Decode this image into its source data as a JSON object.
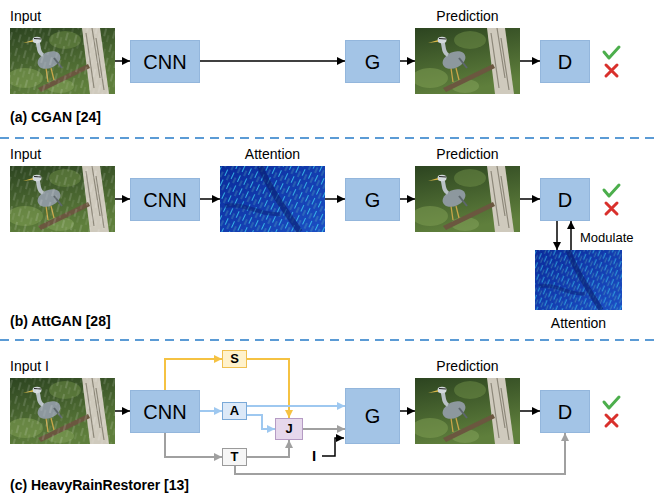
{
  "diagram": {
    "nodes": [
      {
        "text": [
          "Input"
        ]
      },
      {
        "text": [
          "CNN"
        ]
      },
      {
        "text": [
          "G"
        ]
      },
      {
        "text": [
          "Prediction"
        ]
      },
      {
        "text": [
          "D"
        ]
      },
      {
        "text": [
          "Input"
        ]
      },
      {
        "text": [
          "CNN"
        ]
      },
      {
        "text": [
          "Attention"
        ]
      },
      {
        "text": [
          "G"
        ]
      },
      {
        "text": [
          "Prediction"
        ]
      },
      {
        "text": [
          "D"
        ]
      },
      {
        "text": [
          "Attention"
        ]
      },
      {
        "text": [
          "Input I"
        ]
      },
      {
        "text": [
          "CNN"
        ]
      },
      {
        "text": [
          "S"
        ]
      },
      {
        "text": [
          "A"
        ]
      },
      {
        "text": [
          "T"
        ]
      },
      {
        "text": [
          "J"
        ]
      },
      {
        "text": [
          "G"
        ]
      },
      {
        "text": [
          "Prediction"
        ]
      },
      {
        "text": [
          "D"
        ]
      }
    ],
    "edges": [
      {
        "from": 0,
        "to": 1,
        "arrow": "to"
      },
      {
        "from": 1,
        "to": 2,
        "arrow": "to"
      },
      {
        "from": 2,
        "to": 3,
        "arrow": "to"
      },
      {
        "from": 3,
        "to": 4,
        "arrow": "to"
      },
      {
        "from": 5,
        "to": 6,
        "arrow": "to"
      },
      {
        "from": 6,
        "to": 7,
        "arrow": "to"
      },
      {
        "from": 7,
        "to": 8,
        "arrow": "to"
      },
      {
        "from": 8,
        "to": 9,
        "arrow": "to"
      },
      {
        "from": 9,
        "to": 10,
        "arrow": "to"
      },
      {
        "from": 10,
        "to": 11,
        "arrow": "to"
      },
      {
        "from": 11,
        "to": 10,
        "arrow": "to"
      },
      {
        "from": 12,
        "to": 13,
        "arrow": "to"
      },
      {
        "from": 13,
        "to": 14,
        "arrow": "to"
      },
      {
        "from": 13,
        "to": 15,
        "arrow": "to"
      },
      {
        "from": 13,
        "to": 16,
        "arrow": "to"
      },
      {
        "from": 14,
        "to": 17,
        "arrow": "to"
      },
      {
        "from": 15,
        "to": 17,
        "arrow": "to"
      },
      {
        "from": 15,
        "to": 18,
        "arrow": "to"
      },
      {
        "from": 16,
        "to": 17,
        "arrow": "to"
      },
      {
        "from": 16,
        "to": 20,
        "arrow": "to"
      },
      {
        "from": 17,
        "to": 18,
        "arrow": "to"
      },
      {
        "from": 18,
        "to": 19,
        "arrow": "to"
      },
      {
        "from": 19,
        "to": 20,
        "arrow": "to"
      }
    ],
    "labels": [
      "(a) CGAN [24]",
      "(b) AttGAN [28]",
      "Modulate",
      "I",
      "(c) HeavyRainRestorer [13]"
    ]
  }
}
